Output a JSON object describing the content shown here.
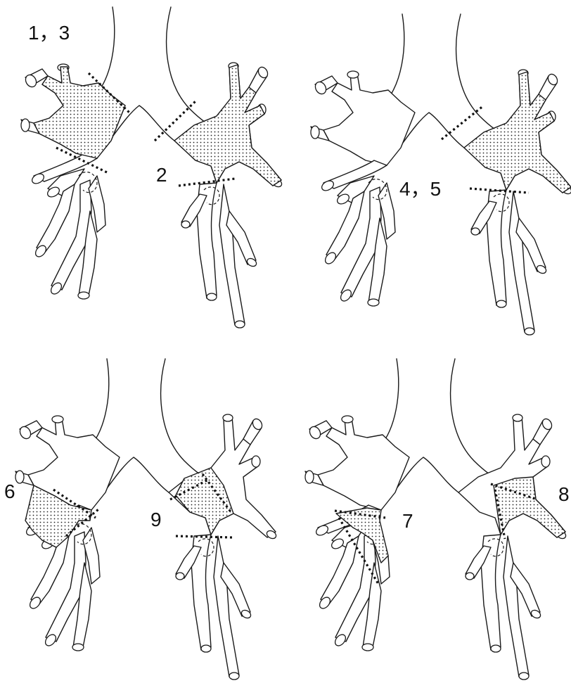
{
  "figure": {
    "panels": [
      {
        "id": "top-left",
        "labels": [
          "1，3",
          "2"
        ]
      },
      {
        "id": "top-right",
        "labels": [
          "4，5"
        ]
      },
      {
        "id": "bottom-left",
        "labels": [
          "6",
          "9"
        ]
      },
      {
        "id": "bottom-right",
        "labels": [
          "7",
          "8"
        ]
      }
    ]
  },
  "labels": {
    "l13": "1，3",
    "l2": "2",
    "l45": "4，5",
    "l6": "6",
    "l9": "9",
    "l7": "7",
    "l8": "8"
  },
  "colors": {
    "ink": "#1a1a1a",
    "dots": "#222222",
    "paper": "#ffffff"
  }
}
